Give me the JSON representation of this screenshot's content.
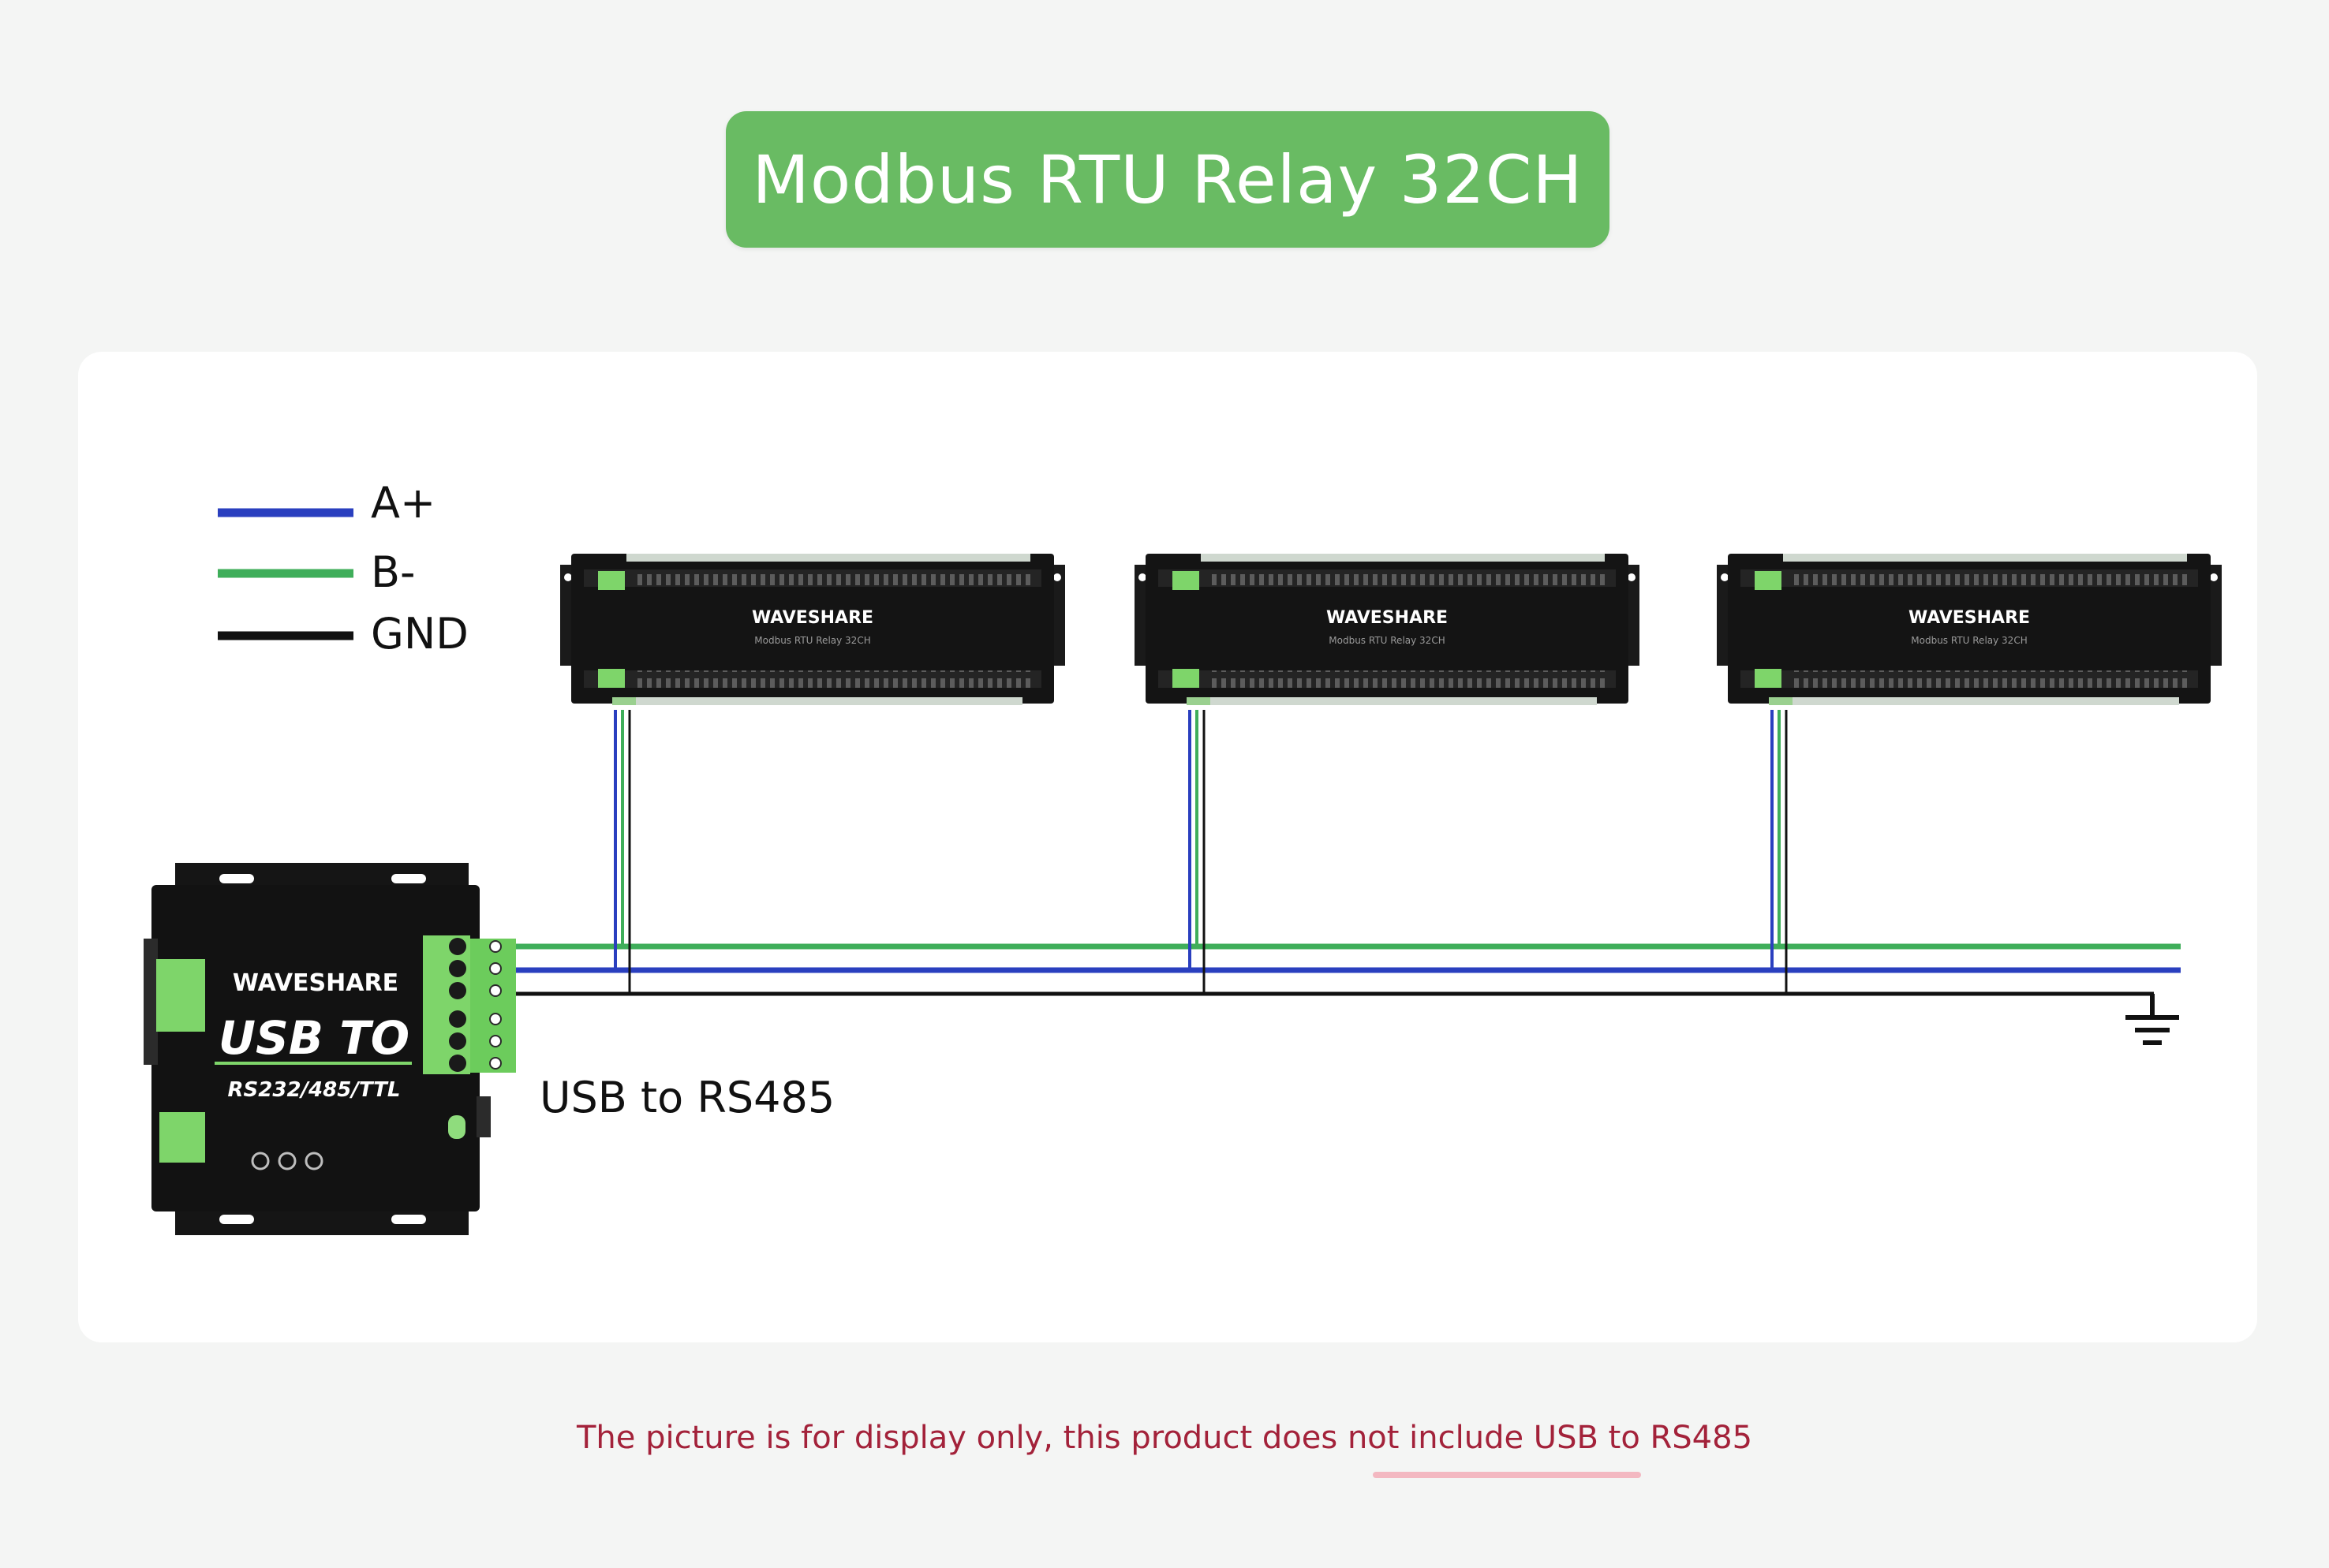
{
  "title": "Modbus RTU Relay 32CH",
  "legend": [
    {
      "label": "A+",
      "color": "#2a3fbf"
    },
    {
      "label": "B-",
      "color": "#3fae5a"
    },
    {
      "label": "GND",
      "color": "#111111"
    }
  ],
  "relay_module": {
    "brand": "WAVESHARE",
    "model": "Modbus RTU Relay 32CH"
  },
  "converter": {
    "brand": "WAVESHARE",
    "title_line1": "USB TO",
    "title_line2": "RS232/485/TTL",
    "caption": "USB to RS485"
  },
  "disclaimer": "The picture is for display only, this product does not include USB to RS485",
  "colors": {
    "badge": "#69bb63",
    "a_plus": "#2a3fbf",
    "b_minus": "#3fae5a",
    "gnd": "#111111",
    "terminal_green": "#7ed56a",
    "disclaimer": "#a3223a"
  }
}
